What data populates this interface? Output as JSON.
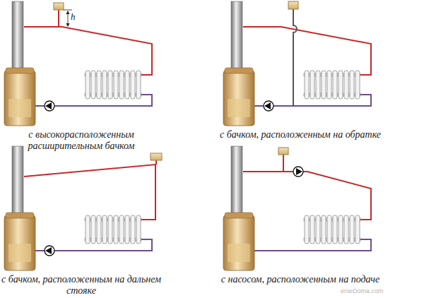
{
  "diagram": {
    "labels": [
      "h",
      "с высокорасположенным расширительным бачком",
      "с бачком, расположенным на обратке",
      "с бачком, расположенным на дальнем стояке",
      "с насосом, расположенным на подаче",
      "enieDoma.com"
    ]
  }
}
